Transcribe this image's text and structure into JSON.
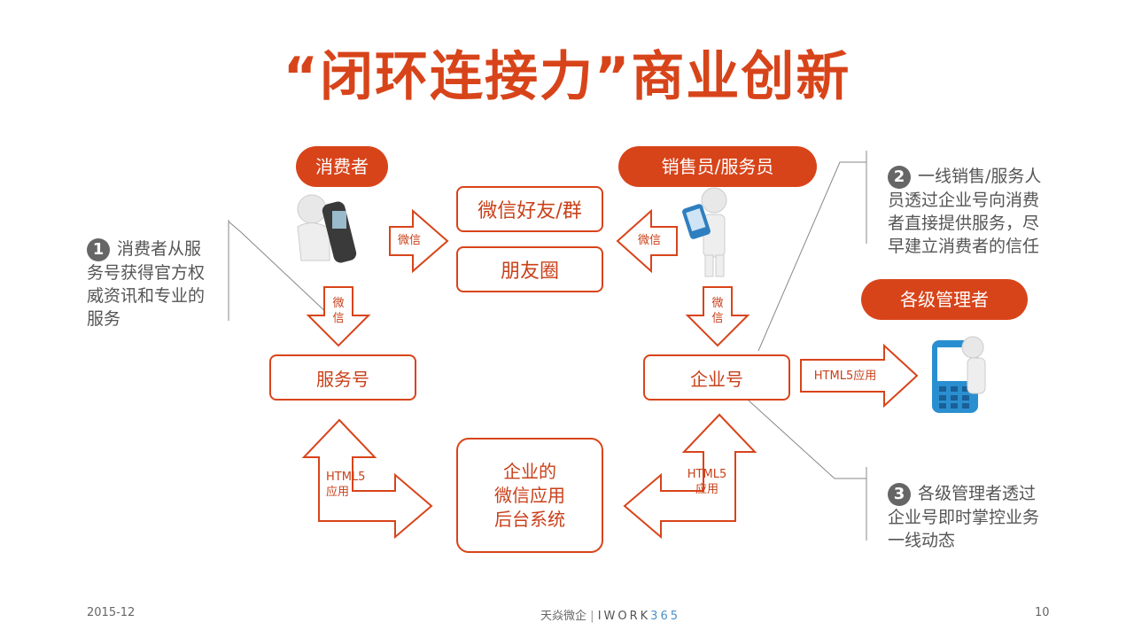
{
  "title": "“闭环连接力”商业创新",
  "roles": {
    "consumer": "消费者",
    "sales": "销售员/服务员",
    "manager": "各级管理者"
  },
  "boxes": {
    "wechat_friends": "微信好友/群",
    "moments": "朋友圈",
    "service_account": "服务号",
    "enterprise_account": "企业号",
    "backend_line1": "企业的",
    "backend_line2": "微信应用",
    "backend_line3": "后台系统"
  },
  "arrow_labels": {
    "consumer_to_friends": "微信",
    "sales_to_friends": "微信",
    "consumer_down_1": "微",
    "consumer_down_2": "信",
    "sales_down_1": "微",
    "sales_down_2": "信",
    "ent_to_manager": "HTML5应用",
    "left_html5_1": "HTML5",
    "left_html5_2": "应用",
    "right_html5_1": "HTML5",
    "right_html5_2": "应用"
  },
  "notes": {
    "note1_num": "1",
    "note1_lines": [
      "消费者从服",
      "务号获得官方权",
      "威资讯和专业的",
      "服务"
    ],
    "note2_num": "2",
    "note2_lines": [
      "一线销售/服务人",
      "员透过企业号向消费",
      "者直接提供服务，尽",
      "早建立消费者的信任"
    ],
    "note3_num": "3",
    "note3_lines": [
      "各级管理者透过",
      "企业号即时掌控业务",
      "一线动态"
    ]
  },
  "footer": {
    "date": "2015-12",
    "brand_cn": "天焱微企",
    "brand_sep": "|",
    "brand_en_a": "IWORK",
    "brand_en_b": "365",
    "page": "10"
  },
  "colors": {
    "accent": "#d8441a",
    "text_gray": "#555555",
    "brand_blue": "#4a8fc9"
  }
}
